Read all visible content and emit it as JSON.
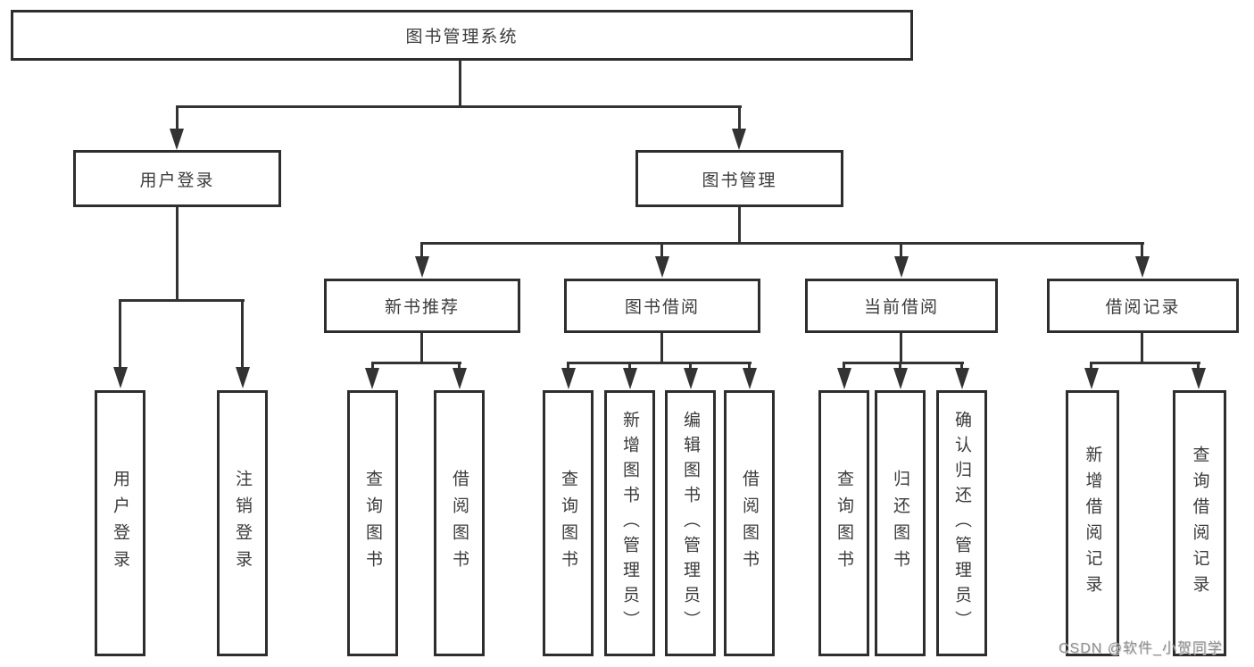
{
  "diagram": {
    "root": "图书管理系统",
    "level2": [
      "用户登录",
      "图书管理"
    ],
    "level3": [
      "新书推荐",
      "图书借阅",
      "当前借阅",
      "借阅记录"
    ],
    "leaves": {
      "user_login": [
        "用户登录",
        "注销登录"
      ],
      "new_book_recommend": [
        "查询图书",
        "借阅图书"
      ],
      "book_borrowing": [
        "查询图书",
        "新增图书（管理员）",
        "编辑图书（管理员）",
        "借阅图书"
      ],
      "current_borrowing": [
        "查询图书",
        "归还图书",
        "确认归还（管理员）"
      ],
      "borrow_records": [
        "新增借阅记录",
        "查询借阅记录"
      ]
    },
    "watermark": "CSDN @软件_小贺同学",
    "colors": {
      "line": "#333333",
      "box_border": "#2e2e2e",
      "text": "#3b3b3b",
      "watermark": "#909090",
      "background": "#ffffff"
    }
  }
}
